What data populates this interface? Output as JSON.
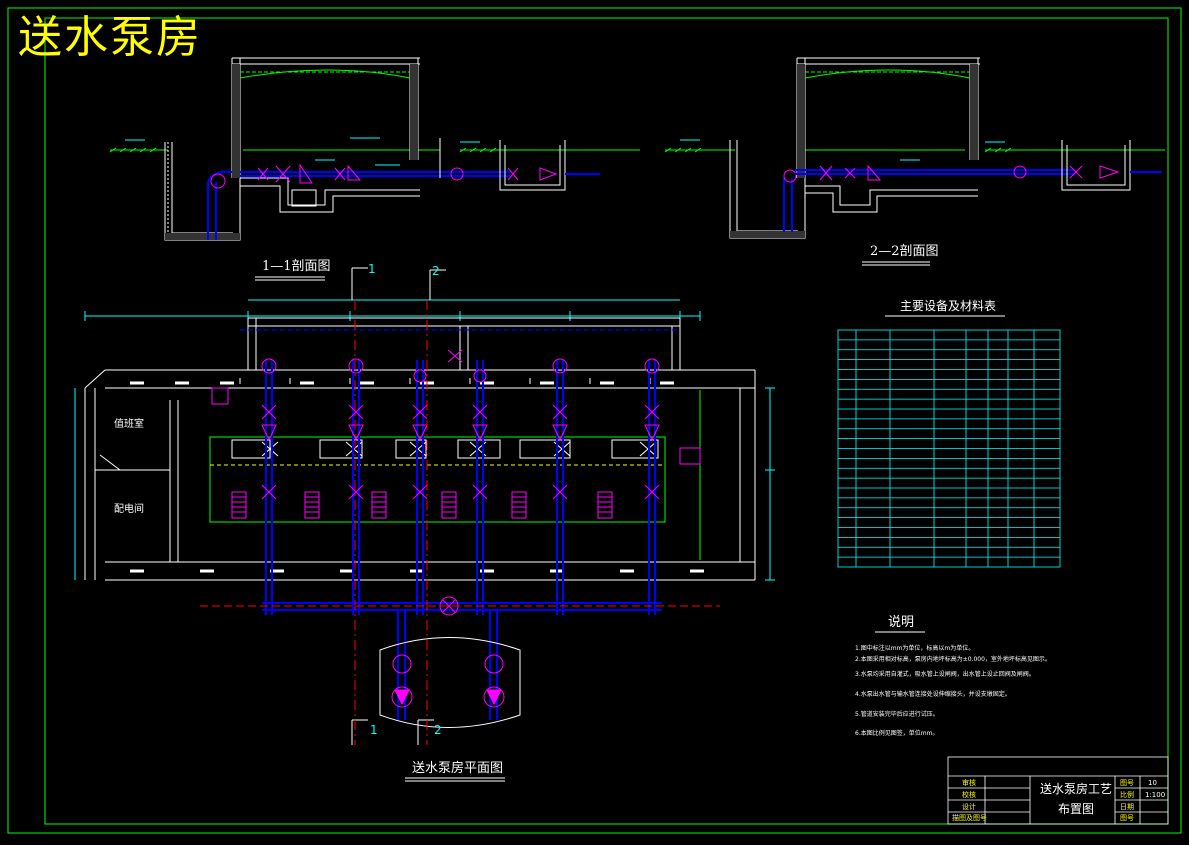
{
  "drawing": {
    "title": "送水泵房",
    "section_1_caption": "1—1剖面图",
    "section_2_caption": "2—2剖面图",
    "plan_caption": "送水泵房平面图",
    "section_marker_1": "1",
    "section_marker_2": "2",
    "rooms": {
      "control_room": "值班室",
      "distribution_room": "配电间"
    }
  },
  "equipment_table": {
    "title": "主要设备及材料表",
    "row_count": 24
  },
  "notes": {
    "title": "说明",
    "items": [
      "1.图中标注以mm为单位，标高以m为单位。",
      "2.本图采用相对标高，泵房内地坪标高为±0.000，室外地坪标高见图示。",
      "3.水泵均采用自灌式，吸水管上设闸阀，出水管上设止回阀及闸阀。",
      "4.水泵出水管与输水管连接处设伸缩接头，并设支墩固定。",
      "5.管道安装完毕后应进行试压。",
      "6.本图比例见图签，单位mm。"
    ]
  },
  "title_block": {
    "row_labels": [
      "审核",
      "校核",
      "设计",
      "描图及图号"
    ],
    "drawing_name_line1": "送水泵房工艺",
    "drawing_name_line2": "布置图",
    "field_labels": [
      "图号",
      "比例",
      "日期",
      "图号"
    ],
    "field_values": [
      "10",
      "1:100",
      "",
      ""
    ]
  },
  "colors": {
    "background": "#000000",
    "frame": "#00ff00",
    "wall": "#ffffff",
    "pipe": "#0000ff",
    "valve": "#ff00ff",
    "dimension": "#00ffff",
    "title": "#ffff00",
    "axis": "#ff0000"
  }
}
